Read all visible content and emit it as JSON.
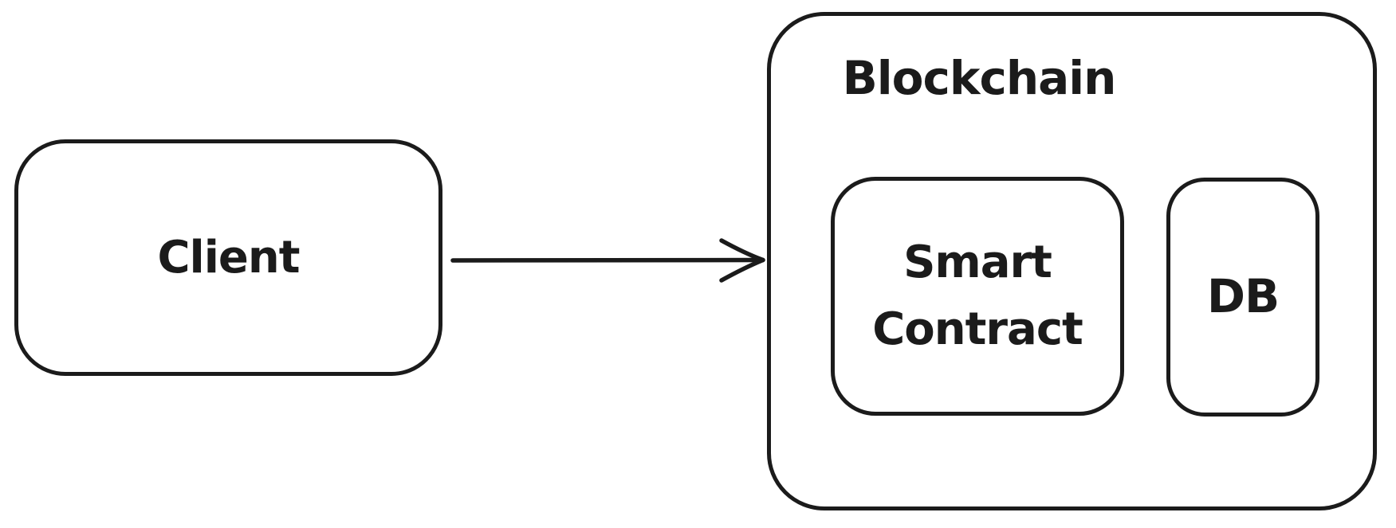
{
  "canvas": {
    "background_color": "#ffffff",
    "stroke_color": "#1b1b1b",
    "style": "hand-drawn"
  },
  "nodes": {
    "client": {
      "label": "Client"
    },
    "blockchain": {
      "label": "Blockchain"
    },
    "smart_contract": {
      "label": "Smart Contract",
      "parent": "Blockchain"
    },
    "db": {
      "label": "DB",
      "parent": "Blockchain"
    }
  },
  "edges": [
    {
      "id": "client-to-blockchain",
      "from": "Client",
      "to": "Blockchain",
      "style": "arrow",
      "direction": "right"
    }
  ]
}
